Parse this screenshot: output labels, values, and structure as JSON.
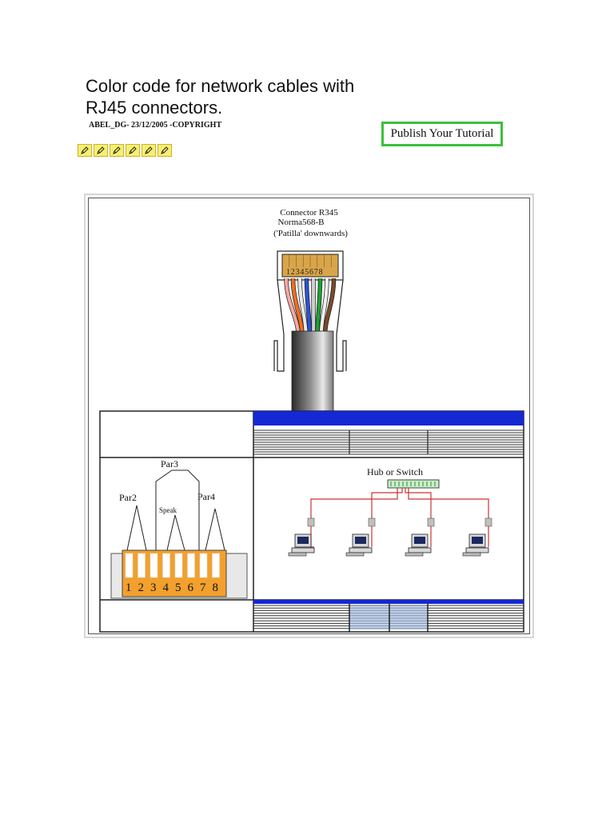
{
  "header": {
    "title_line1": "Color code for network cables with",
    "title_line2": "RJ45 connectors.",
    "byline": "ABEL_DG- 23/12/2005 -COPYRIGHT"
  },
  "actions": {
    "publish_label": "Publish Your Tutorial"
  },
  "rating": {
    "stars": 6,
    "icon": "pencil-icon",
    "color": "#f7ee72"
  },
  "connector": {
    "label_line1": "Connector R345",
    "label_line2": "Norma568-B",
    "label_line3": "('Patilla' downwards)",
    "pin_numbers": "12345678",
    "wire_colors": [
      "#f7a9a2",
      "#f26d21",
      "#e8e8e8",
      "#2b51d8",
      "#d0d0d0",
      "#1da134",
      "#f0f0f0",
      "#7a4a2a"
    ]
  },
  "pairs_diagram": {
    "par2": "Par2",
    "par3": "Par3",
    "par4": "Par4",
    "speak": "Speak",
    "pins": [
      "1",
      "2",
      "3",
      "4",
      "5",
      "6",
      "7",
      "8"
    ]
  },
  "network": {
    "hub_label": "Hub or Switch",
    "computers": 4
  },
  "colors": {
    "accent_blue": "#1428d4",
    "frame_border": "#d6d6d6",
    "publish_border": "#3ac13a"
  }
}
